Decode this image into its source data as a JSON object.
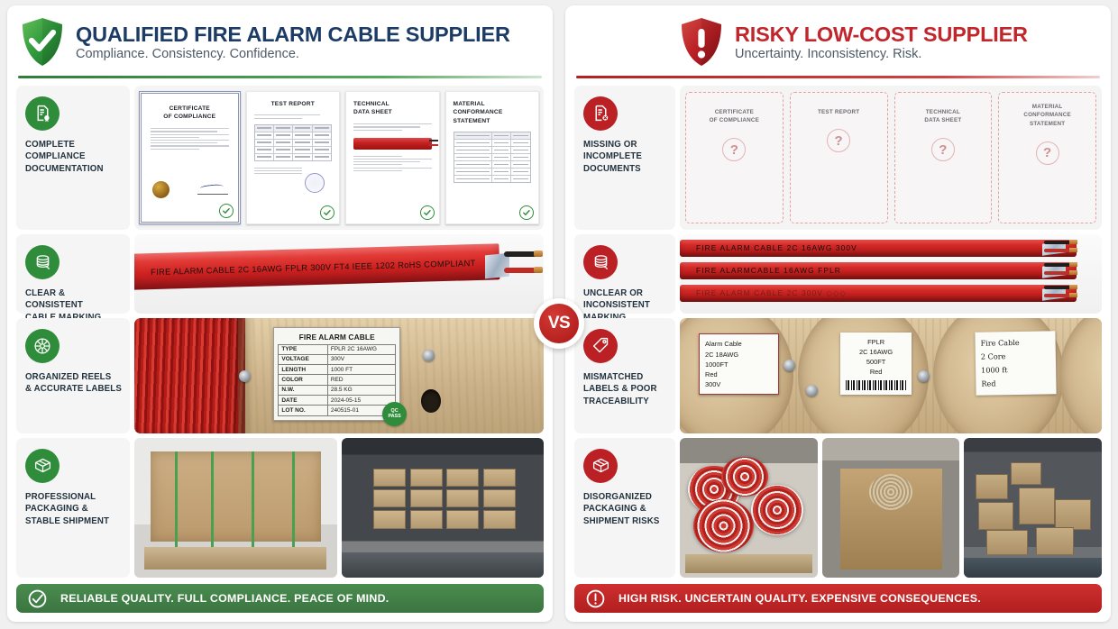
{
  "colors": {
    "good_accent": "#2f8c3b",
    "bad_accent": "#bb2025",
    "good_title": "#1c3c66",
    "bad_title": "#c0262b",
    "page_bg": "#f0f0f0"
  },
  "vs_badge": {
    "label": "VS"
  },
  "good": {
    "header": {
      "title": "QUALIFIED FIRE ALARM CABLE SUPPLIER",
      "subtitle": "Compliance. Consistency. Confidence.",
      "icon": "shield-check-icon"
    },
    "rows": [
      {
        "icon": "document-certificate-icon",
        "label": "COMPLETE\nCOMPLIANCE\nDOCUMENTATION",
        "label_lines": [
          "COMPLETE",
          "COMPLIANCE",
          "DOCUMENTATION"
        ],
        "documents": [
          {
            "title_lines": [
              "CERTIFICATE",
              "OF COMPLIANCE"
            ],
            "verified": true,
            "kind": "certificate"
          },
          {
            "title_lines": [
              "TEST REPORT"
            ],
            "verified": true,
            "kind": "report"
          },
          {
            "title_lines": [
              "TECHNICAL",
              "DATA SHEET"
            ],
            "verified": true,
            "kind": "datasheet"
          },
          {
            "title_lines": [
              "MATERIAL",
              "CONFORMANCE",
              "STATEMENT"
            ],
            "verified": true,
            "kind": "statement"
          }
        ]
      },
      {
        "icon": "cable-reel-icon",
        "label_lines": [
          "CLEAR & CONSISTENT",
          "CABLE MARKING"
        ],
        "cable_print": "FIRE ALARM CABLE 2C 16AWG FPLR 300V FT4 IEEE 1202 RoHS COMPLIANT"
      },
      {
        "icon": "spool-wheel-icon",
        "label_lines": [
          "ORGANIZED REELS",
          "& ACCURATE LABELS"
        ],
        "reel_label": {
          "title": "FIRE ALARM CABLE",
          "rows": [
            {
              "key": "TYPE",
              "value": "FPLR 2C 16AWG"
            },
            {
              "key": "VOLTAGE",
              "value": "300V"
            },
            {
              "key": "LENGTH",
              "value": "1000 FT"
            },
            {
              "key": "COLOR",
              "value": "RED"
            },
            {
              "key": "N.W.",
              "value": "28.5 KG"
            },
            {
              "key": "DATE",
              "value": "2024-05-15"
            },
            {
              "key": "LOT NO.",
              "value": "240515-01"
            }
          ],
          "qc_stamp_line1": "QC",
          "qc_stamp_line2": "PASS"
        }
      },
      {
        "icon": "open-box-icon",
        "label_lines": [
          "PROFESSIONAL",
          "PACKAGING &",
          "STABLE SHIPMENT"
        ],
        "photos": [
          "strapped-pallet-photo",
          "loaded-container-photo"
        ]
      }
    ],
    "footer": {
      "text": "RELIABLE QUALITY. FULL COMPLIANCE. PEACE OF MIND.",
      "icon": "check-circle-icon"
    }
  },
  "risk": {
    "header": {
      "title": "RISKY LOW-COST SUPPLIER",
      "subtitle": "Uncertainty. Inconsistency. Risk.",
      "icon": "shield-alert-icon"
    },
    "rows": [
      {
        "icon": "document-missing-icon",
        "label_lines": [
          "MISSING OR",
          "INCOMPLETE",
          "DOCUMENTS"
        ],
        "placeholders": [
          {
            "title_lines": [
              "CERTIFICATE",
              "OF COMPLIANCE"
            ],
            "mark": "?"
          },
          {
            "title_lines": [
              "TEST REPORT"
            ],
            "mark": "?"
          },
          {
            "title_lines": [
              "TECHNICAL",
              "DATA SHEET"
            ],
            "mark": "?"
          },
          {
            "title_lines": [
              "MATERIAL",
              "CONFORMANCE",
              "STATEMENT"
            ],
            "mark": "?"
          }
        ]
      },
      {
        "icon": "cable-reel-icon",
        "label_lines": [
          "UNCLEAR OR",
          "INCONSISTENT",
          "MARKING"
        ],
        "cable_prints": [
          {
            "text": "FIRE  ALARM  CABLE   2C  16AWG    300V",
            "faded": false
          },
          {
            "text": "FIRE   ALARMCABLE     16AWG  FPLR",
            "faded": false
          },
          {
            "text": "FIRE   ALARM   CABLE      2C     300V     ◇◇◇",
            "faded": true
          }
        ]
      },
      {
        "icon": "price-tag-icon",
        "label_lines": [
          "MISMATCHED",
          "LABELS & POOR",
          "TRACEABILITY"
        ],
        "reel_tags": [
          {
            "style": "bordered",
            "lines": [
              "Alarm Cable",
              "2C 18AWG",
              "1000FT",
              "Red",
              "300V"
            ],
            "barcode": false
          },
          {
            "style": "center",
            "lines": [
              "FPLR",
              "2C 16AWG",
              "500FT",
              "Red"
            ],
            "barcode": true
          },
          {
            "style": "handwritten",
            "lines": [
              "Fire  Cable",
              "2  Core",
              "1000 ft",
              "Red"
            ],
            "barcode": false
          }
        ]
      },
      {
        "icon": "open-box-icon",
        "label_lines": [
          "DISORGANIZED",
          "PACKAGING &",
          "SHIPMENT RISKS"
        ],
        "photos": [
          "loose-coils-pallet-photo",
          "open-damaged-carton-photo",
          "messy-container-photo"
        ]
      }
    ],
    "footer": {
      "text": "HIGH RISK. UNCERTAIN QUALITY. EXPENSIVE CONSEQUENCES.",
      "icon": "alert-circle-icon"
    }
  }
}
